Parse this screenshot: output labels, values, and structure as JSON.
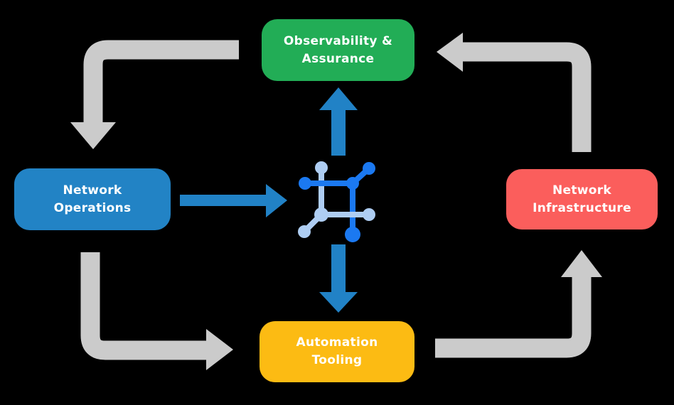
{
  "diagram": {
    "background_color": "#000000",
    "nodes": [
      {
        "id": "observability-assurance",
        "label": "Observability &\nAssurance",
        "color": "#22AD56"
      },
      {
        "id": "network-operations",
        "label": "Network\nOperations",
        "color": "#2283C5"
      },
      {
        "id": "network-infrastructure",
        "label": "Network\nInfrastructure",
        "color": "#FB5E5C"
      },
      {
        "id": "automation-tooling",
        "label": "Automation\nTooling",
        "color": "#FCBB13"
      }
    ],
    "center_icon": {
      "name": "network-mesh-icon",
      "dark_blue": "#1B79F1",
      "light_blue": "#AECDF2"
    },
    "arrows": {
      "gray_color": "#CBCBCB",
      "blue_color": "#2182C6",
      "gray_cycle_flow": [
        "observability-assurance to network-operations",
        "network-operations to automation-tooling",
        "automation-tooling to network-infrastructure",
        "network-infrastructure to observability-assurance"
      ],
      "blue_flow": [
        "network-operations to center-icon",
        "center-icon to observability-assurance",
        "center-icon to automation-tooling"
      ]
    }
  }
}
